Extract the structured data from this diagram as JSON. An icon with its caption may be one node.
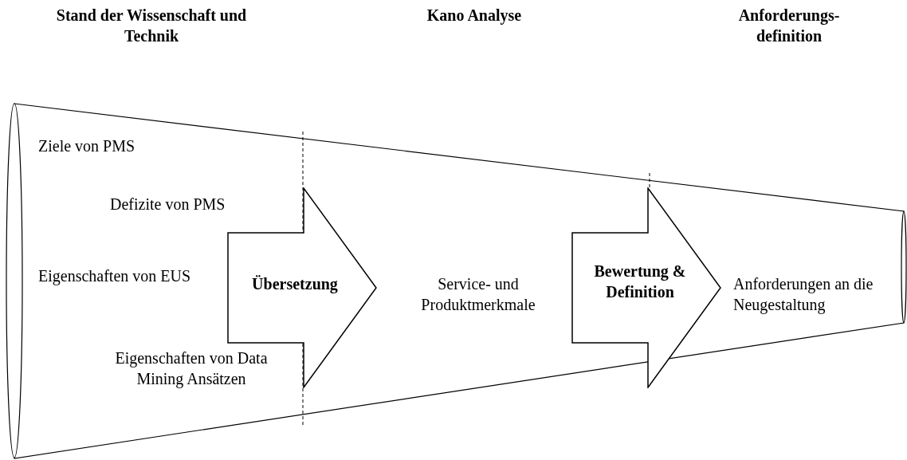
{
  "diagram": {
    "nodes": [
      {
        "text": [
          "Ziele von PMS",
          "Defizite von PMS",
          "Eigenschaften von EUS",
          "Eigenschaften von Data Mining Ansätzen",
          "Service- und Produktmerkmale",
          "Anforderungen an die Neugestaltung"
        ]
      },
      {
        "text": [
          "Übersetzung"
        ],
        "in": 0
      },
      {
        "text": [
          "Bewertung & Definition"
        ],
        "in": 0
      }
    ],
    "labels": [
      "Stand der Wissenschaft und Technik",
      "Kano Analyse",
      "Anforderungs- definition"
    ]
  }
}
